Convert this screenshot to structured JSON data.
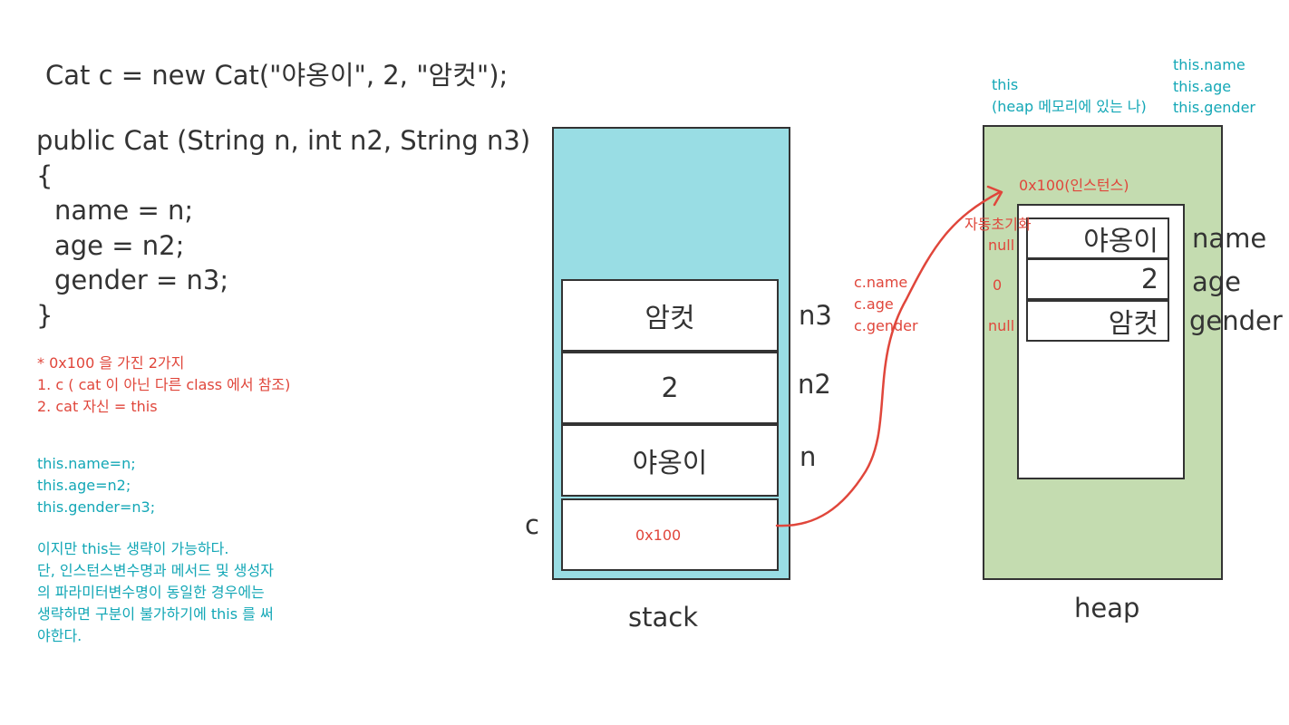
{
  "constructor_call": " Cat c = new Cat(\"야옹이\", 2, \"암컷\");",
  "code_lines": [
    "public Cat (String n, int n2, String n3)",
    "{",
    "  name = n;",
    "  age = n2;",
    "  gender = n3;",
    "}"
  ],
  "note_red": [
    "* 0x100 을 가진 2가지",
    "1. c ( cat 이 아닌 다른 class 에서 참조)",
    "2. cat 자신 = this"
  ],
  "note_this_code": [
    "this.name=n;",
    "this.age=n2;",
    "this.gender=n3;"
  ],
  "note_explain": [
    "이지만 this는 생략이 가능하다.",
    "단, 인스턴스변수명과 메서드 및 생성자",
    "의 파라미터변수명이 동일한 경우에는",
    "생략하면 구분이 불가하기에 this 를 써",
    "야한다."
  ],
  "stack": {
    "label": "stack",
    "cells": [
      {
        "value": "암컷",
        "var": "n3"
      },
      {
        "value": "2",
        "var": "n2"
      },
      {
        "value": "야옹이",
        "var": "n"
      },
      {
        "value": "0x100",
        "var": "c"
      }
    ]
  },
  "ref_labels": [
    "c.name",
    "c.age",
    "c.gender"
  ],
  "heap": {
    "label": "heap",
    "this_label": "this",
    "this_desc": "(heap 메모리에 있는 나)",
    "this_fields": [
      "this.name",
      "this.age",
      "this.gender"
    ],
    "address": "0x100(인스턴스)",
    "auto_init": "자동초기화",
    "fields": [
      {
        "value": "야옹이",
        "name": "name",
        "default": "null"
      },
      {
        "value": "2",
        "name": "age",
        "default": "0"
      },
      {
        "value": "암컷",
        "name": "gender",
        "default": "null"
      }
    ]
  },
  "colors": {
    "stack_fill": "#99dde4",
    "heap_fill": "#c4dcb0",
    "red": "#e0463b",
    "teal": "#13a7b6"
  }
}
